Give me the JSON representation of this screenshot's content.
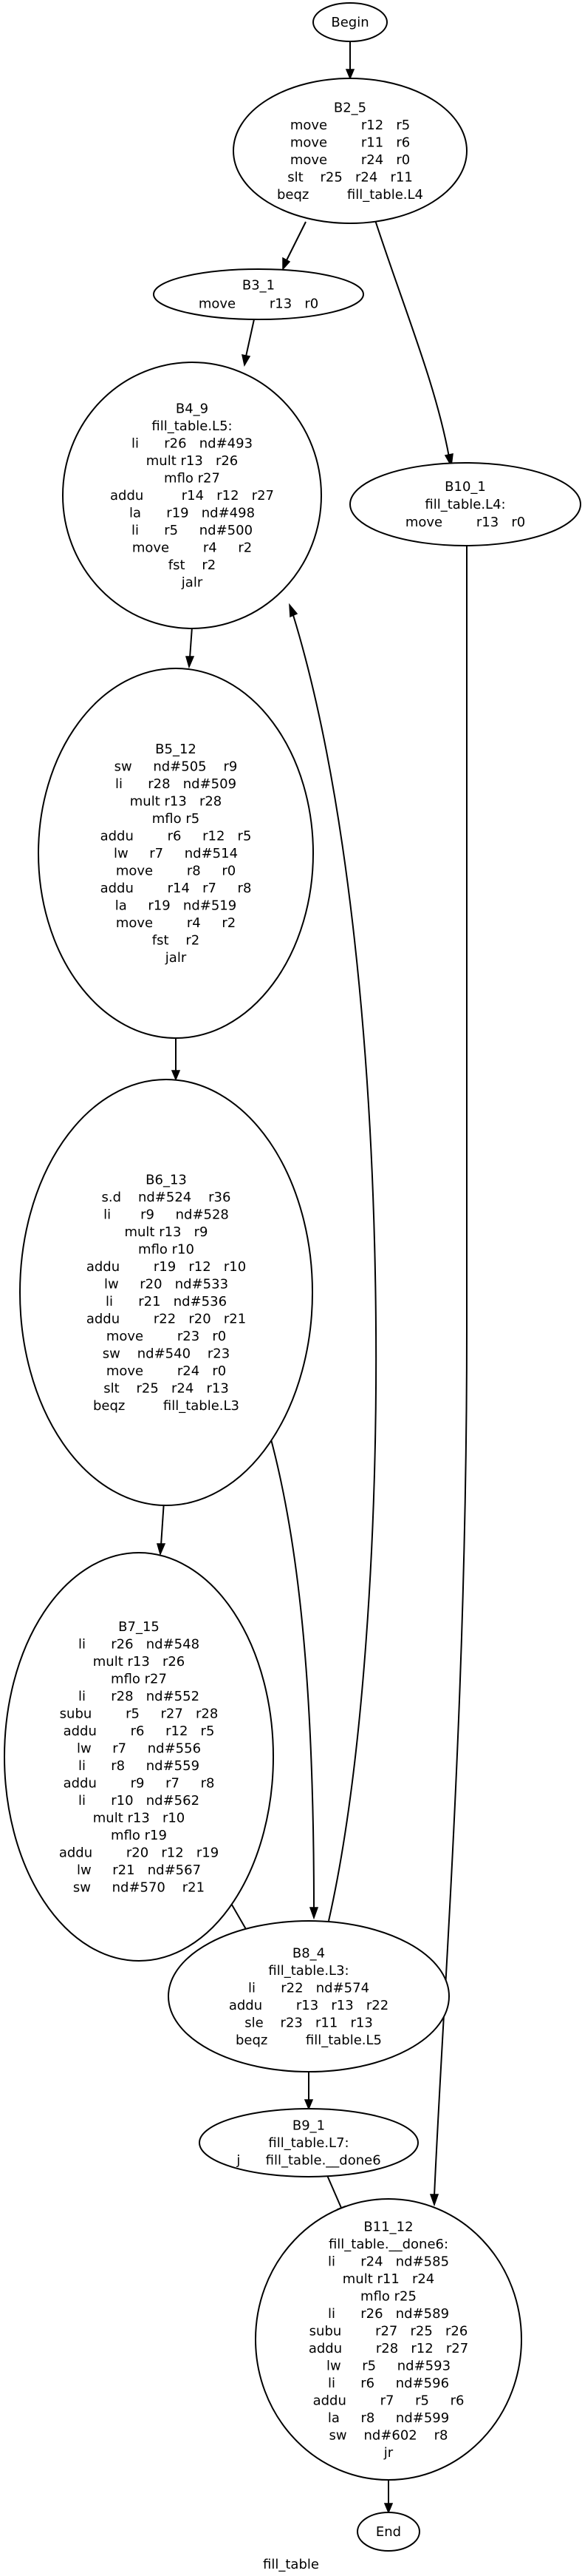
{
  "graph": {
    "caption": "fill_table",
    "nodes": [
      {
        "id": "begin",
        "lines": [
          "Begin"
        ]
      },
      {
        "id": "B2_5",
        "lines": [
          "B2_5",
          "move        r12   r5",
          "move        r11   r6",
          "move        r24   r0",
          "slt    r25   r24   r11",
          "beqz         fill_table.L4"
        ]
      },
      {
        "id": "B3_1",
        "lines": [
          "B3_1",
          "move        r13   r0"
        ]
      },
      {
        "id": "B4_9",
        "lines": [
          "B4_9",
          "fill_table.L5:",
          "li      r26   nd#493",
          "mult r13   r26",
          "mflo r27",
          "addu         r14   r12   r27",
          "la      r19   nd#498",
          "li      r5     nd#500",
          "move        r4     r2",
          "fst    r2",
          "jalr"
        ]
      },
      {
        "id": "B10_1",
        "lines": [
          "B10_1",
          "fill_table.L4:",
          "move        r13   r0"
        ]
      },
      {
        "id": "B5_12",
        "lines": [
          "B5_12",
          "sw     nd#505    r9",
          "li      r28   nd#509",
          "mult r13   r28",
          "mflo r5",
          "addu        r6     r12   r5",
          "lw     r7     nd#514",
          "move        r8     r0",
          "addu        r14   r7     r8",
          "la     r19   nd#519",
          "move        r4     r2",
          "fst    r2",
          "jalr"
        ]
      },
      {
        "id": "B6_13",
        "lines": [
          "B6_13",
          "s.d    nd#524    r36",
          "li       r9     nd#528",
          "mult r13   r9",
          "mflo r10",
          "addu        r19   r12   r10",
          "lw     r20   nd#533",
          "li      r21   nd#536",
          "addu        r22   r20   r21",
          "move        r23   r0",
          "sw    nd#540    r23",
          "move        r24   r0",
          "slt    r25   r24   r13",
          "beqz         fill_table.L3"
        ]
      },
      {
        "id": "B7_15",
        "lines": [
          "B7_15",
          "li      r26   nd#548",
          "mult r13   r26",
          "mflo r27",
          "li      r28   nd#552",
          "subu        r5     r27   r28",
          "addu        r6     r12   r5",
          "lw     r7     nd#556",
          "li      r8     nd#559",
          "addu        r9     r7     r8",
          "li      r10   nd#562",
          "mult r13   r10",
          "mflo r19",
          "addu        r20   r12   r19",
          "lw     r21   nd#567",
          "sw     nd#570    r21"
        ]
      },
      {
        "id": "B8_4",
        "lines": [
          "B8_4",
          "fill_table.L3:",
          "li      r22   nd#574",
          "addu        r13   r13   r22",
          "sle    r23   r11   r13",
          "beqz         fill_table.L5"
        ]
      },
      {
        "id": "B9_1",
        "lines": [
          "B9_1",
          "fill_table.L7:",
          "j      fill_table.__done6"
        ]
      },
      {
        "id": "B11_12",
        "lines": [
          "B11_12",
          "fill_table.__done6:",
          "li      r24   nd#585",
          "mult r11   r24",
          "mflo r25",
          "li      r26   nd#589",
          "subu        r27   r25   r26",
          "addu        r28   r12   r27",
          "lw     r5     nd#593",
          "li      r6     nd#596",
          "addu        r7     r5     r6",
          "la     r8     nd#599",
          "sw    nd#602    r8",
          "jr"
        ]
      },
      {
        "id": "end",
        "lines": [
          "End"
        ]
      }
    ]
  }
}
